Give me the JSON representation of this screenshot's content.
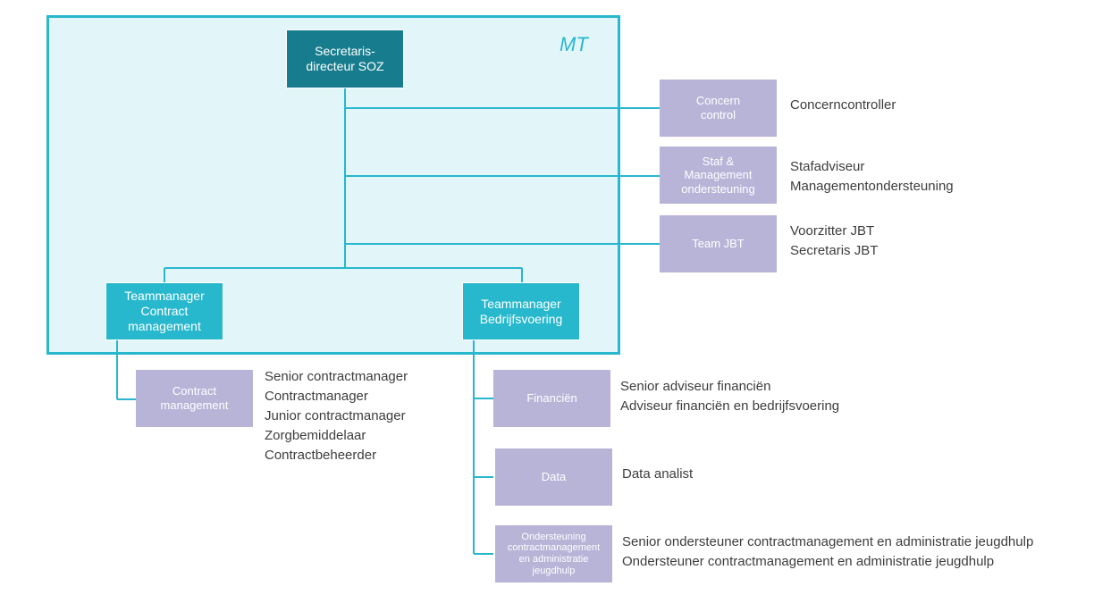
{
  "mt_label": "MT",
  "colors": {
    "frame_border": "#29b7cd",
    "frame_fill": "#e2f5f9",
    "director_box": "#177d8e",
    "teammanager_box": "#27b8cd",
    "unit_box": "#b7b4d8",
    "connector": "#29b7cd"
  },
  "director": {
    "label": "Secretaris-\ndirecteur SOZ"
  },
  "staff_units": [
    {
      "label": "Concern\ncontrol",
      "roles": [
        "Concerncontroller"
      ]
    },
    {
      "label": "Staf &\nManagement\nondersteuning",
      "roles": [
        "Stafadviseur",
        "Managementondersteuning"
      ]
    },
    {
      "label": "Team JBT",
      "roles": [
        "Voorzitter JBT",
        "Secretaris JBT"
      ]
    }
  ],
  "teammanagers": [
    {
      "label": "Teammanager\nContract\nmanagement"
    },
    {
      "label": "Teammanager\nBedrijfsvoering"
    }
  ],
  "contract_units": [
    {
      "label": "Contract\nmanagement",
      "roles": [
        "Senior contractmanager",
        "Contractmanager",
        "Junior contractmanager",
        "Zorgbemiddelaar",
        "Contractbeheerder"
      ]
    }
  ],
  "bedrijfsvoering_units": [
    {
      "label": "Financiën",
      "roles": [
        "Senior adviseur financiën",
        "Adviseur financiën en bedrijfsvoering"
      ]
    },
    {
      "label": "Data",
      "roles": [
        "Data analist"
      ]
    },
    {
      "label": "Ondersteuning\ncontractmanagement\nen administratie\njeugdhulp",
      "roles": [
        "Senior ondersteuner contractmanagement en administratie jeugdhulp",
        "Ondersteuner contractmanagement en administratie jeugdhulp"
      ]
    }
  ]
}
